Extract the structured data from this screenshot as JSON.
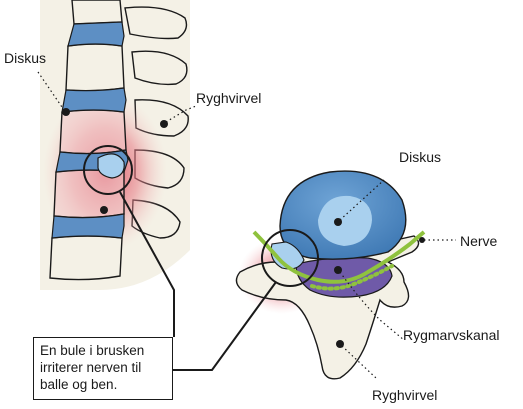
{
  "labels": {
    "spine_diskus": "Diskus",
    "spine_ryghvirvel": "Ryghvirvel",
    "cross_diskus": "Diskus",
    "cross_nerve": "Nerve",
    "cross_rygmarvskanal": "Rygmarvskanal",
    "cross_ryghvirvel": "Ryghvirvel"
  },
  "caption": {
    "line1": "En bule i brusken",
    "line2": "irriterer nerven til",
    "line3": "balle og ben."
  },
  "colors": {
    "bone": "#f4f1e6",
    "outline": "#1a1a1a",
    "disc_blue": "#5d8fc4",
    "disc_light": "#a9d0ee",
    "inflammation": "#d9475a",
    "nerve_green": "#8fc23e",
    "canal_purple": "#6f5aa8"
  }
}
